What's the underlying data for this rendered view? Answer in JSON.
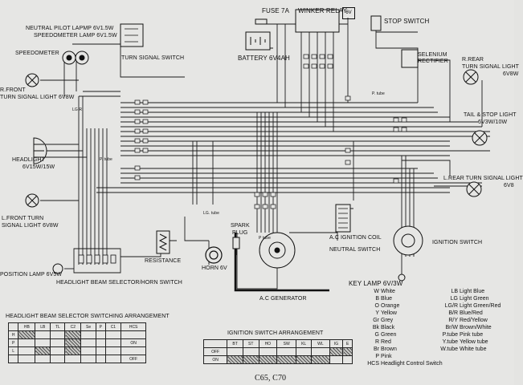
{
  "labels": {
    "fuse": "FUSE 7A",
    "winker_relay": "WINKER RELAY",
    "winker_relay_voltage": "6V",
    "neutral_pilot_lamp": "NEUTRAL PILOT LAPMP 6V1.5W",
    "speedometer_lamp": "SPEEDOMETER LAMP 6V1.5W",
    "speedometer": "SPEEDOMETER",
    "turn_signal_switch": "TURN SIGNAL SWITCH",
    "battery": "BATTERY 6V4AH",
    "stop_switch": "STOP SWITCH",
    "selenium_rectifier_1": "SELENIUM",
    "selenium_rectifier_2": "RECTIFIER",
    "rear_turn_r_1": "R.REAR",
    "rear_turn_r_2": "TURN SIGNAL LIGHT",
    "rear_turn_r_3": "6V8W",
    "front_turn_r_1": "R.FRONT",
    "front_turn_r_2": "TURN SIGNAL LIGHT 6V8W",
    "tail_stop_1": "TAIL & STOP LIGHT",
    "tail_stop_2": "6V3W/10W",
    "headlight_1": "HEADLIGHT",
    "headlight_2": "6V15W/15W",
    "rear_turn_l_1": "L.REAR TURN SIGNAL LIGHT",
    "rear_turn_l_2": "6V8",
    "front_turn_l_1": "L.FRONT TURN",
    "front_turn_l_2": "SIGNAL LIGHT 6V8W",
    "spark_plug_1": "SPARK",
    "spark_plug_2": "PLUG",
    "ac_ignition_coil": "A.C IGNITION COIL",
    "neutral_switch": "NEUTRAL SWITCH",
    "ignition_switch": "IGNITION SWITCH",
    "position_lamp": "POSITION LAMP 6V5W",
    "resistance": "RESISTANCE",
    "horn": "HORN 6V",
    "headlight_beam_selector": "HEADLIGHT BEAM SELECTOR/HORN SWITCH",
    "ac_generator": "A.C GENERATOR",
    "key_lamp": "KEY LAMP 6V/3W",
    "model": "C65, C70"
  },
  "wire_tags": {
    "lg_r": "LG R",
    "p_tube": "P. tube",
    "p_tube_2": "P. tube",
    "lg_tube": "LG. tube",
    "p_tube_3": "P tube"
  },
  "beam_table": {
    "title": "HEADLIGHT BEAM SELECTOR SWITCHING ARRANGEMENT",
    "headers": [
      "",
      "HB",
      "LB",
      "TL",
      "C2",
      "Se",
      "P",
      "C1",
      "HCS"
    ],
    "rows": [
      {
        "label": "H",
        "cells": [
          true,
          false,
          false,
          true,
          false,
          false,
          false
        ],
        "hcs": ""
      },
      {
        "label": "P",
        "cells": [
          false,
          false,
          false,
          true,
          false,
          false,
          false
        ],
        "hcs": "ON"
      },
      {
        "label": "L",
        "cells": [
          false,
          true,
          false,
          true,
          false,
          false,
          false
        ],
        "hcs": ""
      },
      {
        "label": "",
        "cells": [
          false,
          false,
          false,
          false,
          false,
          false,
          false
        ],
        "hcs": "OFF"
      }
    ]
  },
  "ignition_table": {
    "title": "IGNITION SWITCH ARRANGEMENT",
    "headers": [
      "",
      "BT",
      "ST",
      "HO",
      "SW",
      "KL",
      "WL",
      "IG",
      "E"
    ],
    "rows": [
      {
        "label": "OFF",
        "cells": [
          false,
          false,
          false,
          false,
          false,
          false,
          true,
          true
        ]
      },
      {
        "label": "ON",
        "cells": [
          true,
          true,
          true,
          true,
          true,
          true,
          false,
          false
        ]
      }
    ]
  },
  "color_key": {
    "left": [
      {
        "code": "W",
        "name": "White"
      },
      {
        "code": "B",
        "name": "Blue"
      },
      {
        "code": "O",
        "name": "Orange"
      },
      {
        "code": "Y",
        "name": "Yellow"
      },
      {
        "code": "Gr",
        "name": "Grey"
      },
      {
        "code": "Bk",
        "name": "Black"
      },
      {
        "code": "G",
        "name": "Green"
      },
      {
        "code": "R",
        "name": "Red"
      },
      {
        "code": "Br",
        "name": "Brown"
      },
      {
        "code": "P",
        "name": "Pink"
      }
    ],
    "right": [
      {
        "code": "LB",
        "name": "Light Blue"
      },
      {
        "code": "LG",
        "name": "Light Green"
      },
      {
        "code": "LG/R",
        "name": "Light Green/Red"
      },
      {
        "code": "B/R",
        "name": "Blue/Red"
      },
      {
        "code": "R/Y",
        "name": "Red/Yellow"
      },
      {
        "code": "Br/W",
        "name": "Brown/White"
      },
      {
        "code": "P.tube",
        "name": "Pink tube"
      },
      {
        "code": "Y.tube",
        "name": "Yellow tube"
      },
      {
        "code": "W.tube",
        "name": "White tube"
      }
    ],
    "hcs_code": "HCS",
    "hcs_name": "Headlight Control Switch"
  }
}
